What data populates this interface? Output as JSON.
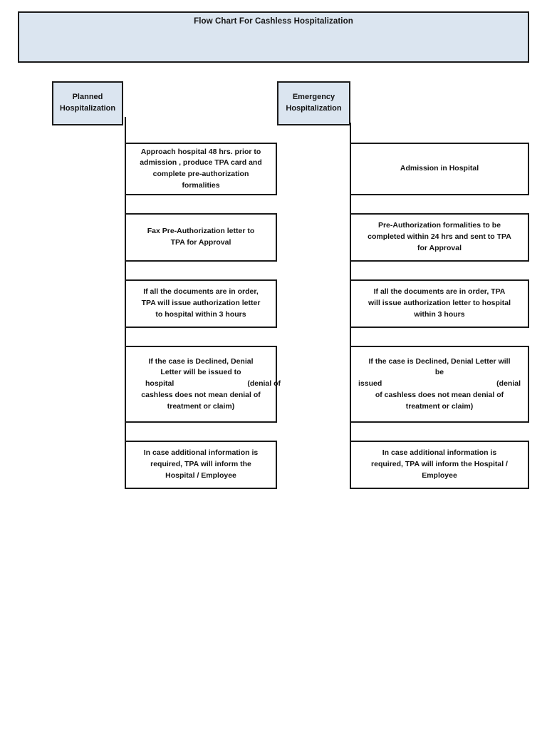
{
  "title": {
    "text": "Flow Chart For Cashless Hospitalization"
  },
  "columns": [
    {
      "id": "planned",
      "start_label_lines": [
        "Planned",
        "Hospitalization"
      ],
      "nodes": [
        {
          "name": "approach-hospital",
          "lines": [
            {
              "text": "Approach hospital 48 hrs. prior to"
            },
            {
              "text": "admission , produce TPA card and"
            },
            {
              "text": "complete pre-authorization"
            },
            {
              "text": "formalities"
            }
          ]
        },
        {
          "name": "fax-preauth-letter",
          "lines": [
            {
              "text": "Fax Pre-Authorization letter to"
            },
            {
              "text": "TPA for Approval"
            }
          ]
        },
        {
          "name": "documents-in-order",
          "lines": [
            {
              "text": "If all the documents are in order,"
            },
            {
              "text": "TPA will issue authorization letter"
            },
            {
              "text": "to hospital within 3 hours"
            }
          ]
        },
        {
          "name": "case-declined",
          "lines": [
            {
              "text": "If the case is Declined, Denial"
            },
            {
              "text": "Letter will be issued to"
            },
            {
              "split": true,
              "left": "hospital",
              "right": "(denial of"
            },
            {
              "text": "cashless does not mean denial of"
            },
            {
              "text": "treatment or claim)"
            }
          ]
        },
        {
          "name": "additional-information",
          "lines": [
            {
              "text": "In case additional information is"
            },
            {
              "text": "required, TPA will inform the"
            },
            {
              "text": "Hospital / Employee"
            }
          ]
        }
      ]
    },
    {
      "id": "emergency",
      "start_label_lines": [
        "Emergency",
        "Hospitalization"
      ],
      "nodes": [
        {
          "name": "admission-in-hospital",
          "lines": [
            {
              "text": "Admission in Hospital"
            }
          ]
        },
        {
          "name": "preauth-formalities-24hrs",
          "lines": [
            {
              "text": "Pre-Authorization formalities to be"
            },
            {
              "text": "completed within 24 hrs and sent to TPA"
            },
            {
              "text": "for Approval"
            }
          ]
        },
        {
          "name": "documents-in-order",
          "lines": [
            {
              "text": "If all the documents are in order, TPA"
            },
            {
              "text": "will issue authorization letter to hospital"
            },
            {
              "text": "within 3 hours"
            }
          ]
        },
        {
          "name": "case-declined",
          "lines": [
            {
              "text": "If the case is Declined, Denial Letter will"
            },
            {
              "text": "be"
            },
            {
              "split": true,
              "left": "issued",
              "right": "(denial"
            },
            {
              "text": "of cashless does not mean denial of"
            },
            {
              "text": "treatment or claim)"
            }
          ]
        },
        {
          "name": "additional-information",
          "lines": [
            {
              "text": "In case additional information is"
            },
            {
              "text": "required, TPA will inform the Hospital /"
            },
            {
              "text": "Employee"
            }
          ]
        }
      ]
    }
  ],
  "colors": {
    "banner_fill": "#dbe5f0",
    "box_border": "#1b1b1b",
    "box_fill": "#ffffff",
    "text": "#141414"
  }
}
